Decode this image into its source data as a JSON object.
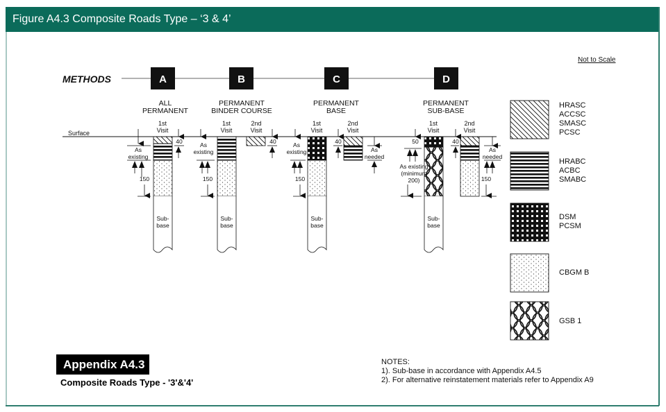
{
  "header": {
    "title": "Figure A4.3 Composite Roads Type – ‘3 & 4’"
  },
  "not_to_scale": "Not to Scale",
  "methods_label": "METHODS",
  "surface_label": "Surface",
  "methods": [
    {
      "letter": "A",
      "title_lines": [
        "ALL",
        "PERMANENT"
      ]
    },
    {
      "letter": "B",
      "title_lines": [
        "PERMANENT",
        "BINDER COURSE"
      ]
    },
    {
      "letter": "C",
      "title_lines": [
        "PERMANENT",
        "BASE"
      ]
    },
    {
      "letter": "D",
      "title_lines": [
        "PERMANENT",
        "SUB-BASE"
      ]
    }
  ],
  "visit_labels": {
    "first": [
      "1st",
      "Visit"
    ],
    "second": [
      "2nd",
      "Visit"
    ]
  },
  "dimensions": {
    "as_existing": [
      "As",
      "existing"
    ],
    "as_needed": [
      "As",
      "needed"
    ],
    "forty": "40",
    "fifty": "50",
    "one_fifty": "150",
    "as_existing_min": [
      "As existing",
      "(minimum",
      "200)"
    ]
  },
  "subbase_label": [
    "Sub-",
    "base"
  ],
  "legend": [
    {
      "pattern": "diagonal-hatch",
      "labels": [
        "HRASC",
        "ACCSC",
        "SMASC",
        "PCSC"
      ]
    },
    {
      "pattern": "horizontal-lines",
      "labels": [
        "HRABC",
        "ACBC",
        "SMABC"
      ]
    },
    {
      "pattern": "dense-grid",
      "labels": [
        "DSM",
        "PCSM"
      ]
    },
    {
      "pattern": "dots",
      "labels": [
        "CBGM B"
      ]
    },
    {
      "pattern": "ovals",
      "labels": [
        "GSB 1"
      ]
    }
  ],
  "appendix": {
    "label": "Appendix A4.3",
    "subtitle": "Composite Roads Type - '3'&'4'"
  },
  "notes": {
    "heading": "NOTES:",
    "items": [
      "1). Sub-base in accordance with Appendix A4.5",
      "2). For alternative reinstatement materials refer to Appendix A9"
    ]
  },
  "colors": {
    "header_bg": "#0b6b5a",
    "frame": "#2e7d6e"
  }
}
